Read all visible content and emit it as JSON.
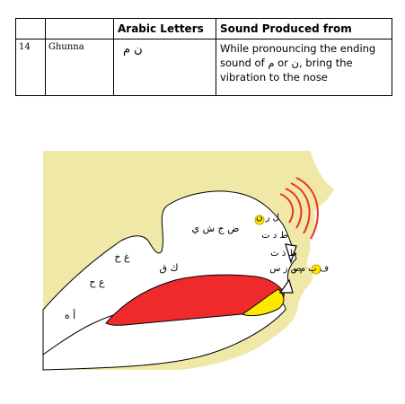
{
  "table": {
    "headers": [
      "",
      "",
      "Arabic Letters",
      "Sound Produced from"
    ],
    "row": {
      "number": "14",
      "name": "Ghunna",
      "letters": "ن م",
      "description_1": "While pronouncing the ending",
      "description_2a": "sound of",
      "description_2b": "م",
      "description_2c": "or",
      "description_2d": "ن",
      "description_2e": ", bring the",
      "description_3": "vibration to the nose"
    }
  },
  "diagram": {
    "labels": {
      "throat_deep": "أ ه",
      "throat_mid": "ع ح",
      "throat_near": "غ خ",
      "back_tongue": "ك ق",
      "mid_tongue": "ض ج ش ي",
      "lam_ra_noon": "ل ر ن",
      "teeth_upper": "ط د ت",
      "teeth_tip": "ظ ذ ث",
      "whistling": "ص ز س",
      "lips": "ف ب م و"
    },
    "colors": {
      "head": "#f0e8a6",
      "tongue": "#ee2a2a",
      "tongue_tip": "#ffe800",
      "nasal_waves": "#e8322b",
      "outline": "#000000"
    }
  }
}
